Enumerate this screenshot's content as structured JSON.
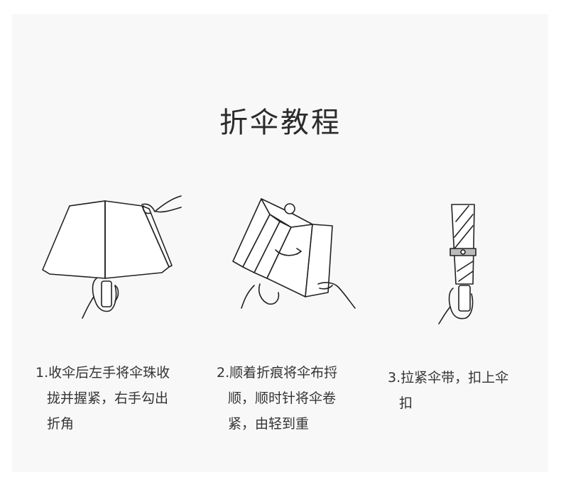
{
  "title": "折伞教程",
  "steps": [
    {
      "lines": [
        "1.收伞后左手将伞珠收",
        "拢并握紧，右手勾出",
        "折角"
      ]
    },
    {
      "lines": [
        "2.顺着折痕将伞布捋",
        "顺，顺时针将伞卷",
        "紧，由轻到重"
      ]
    },
    {
      "lines": [
        "3.拉紧伞带，扣上伞",
        "扣"
      ]
    }
  ],
  "icons": [
    "umbrella-open-hand-icon",
    "umbrella-folding-icon",
    "umbrella-closed-strap-icon"
  ]
}
